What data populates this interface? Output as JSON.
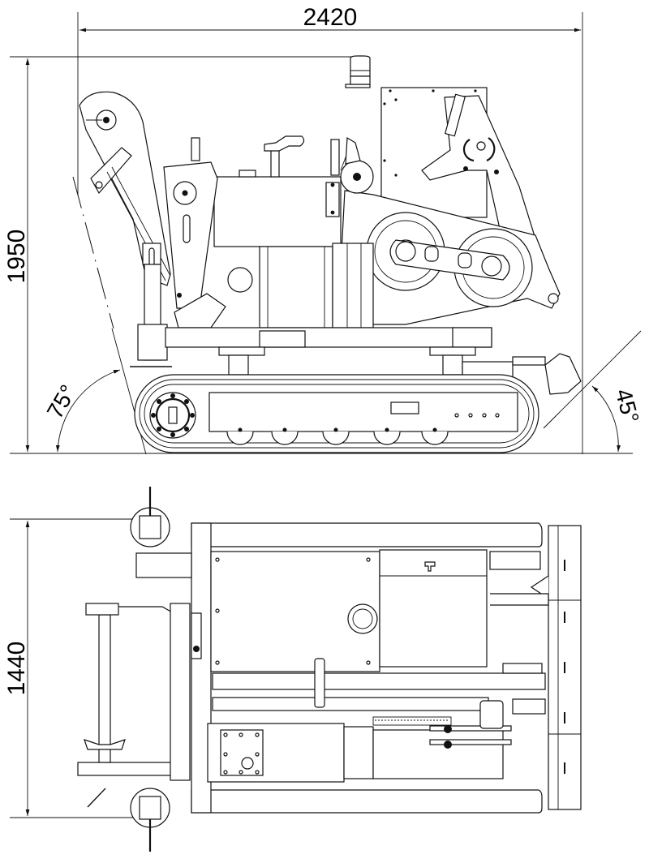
{
  "drawing": {
    "views": [
      "side-view",
      "top-view"
    ],
    "dimensions": {
      "overall_length": "2420",
      "overall_height": "1950",
      "overall_width": "1440"
    },
    "angles": {
      "approach_angle": "75°",
      "departure_angle": "45°"
    },
    "line_color": "#111111",
    "background_color": "#ffffff"
  }
}
